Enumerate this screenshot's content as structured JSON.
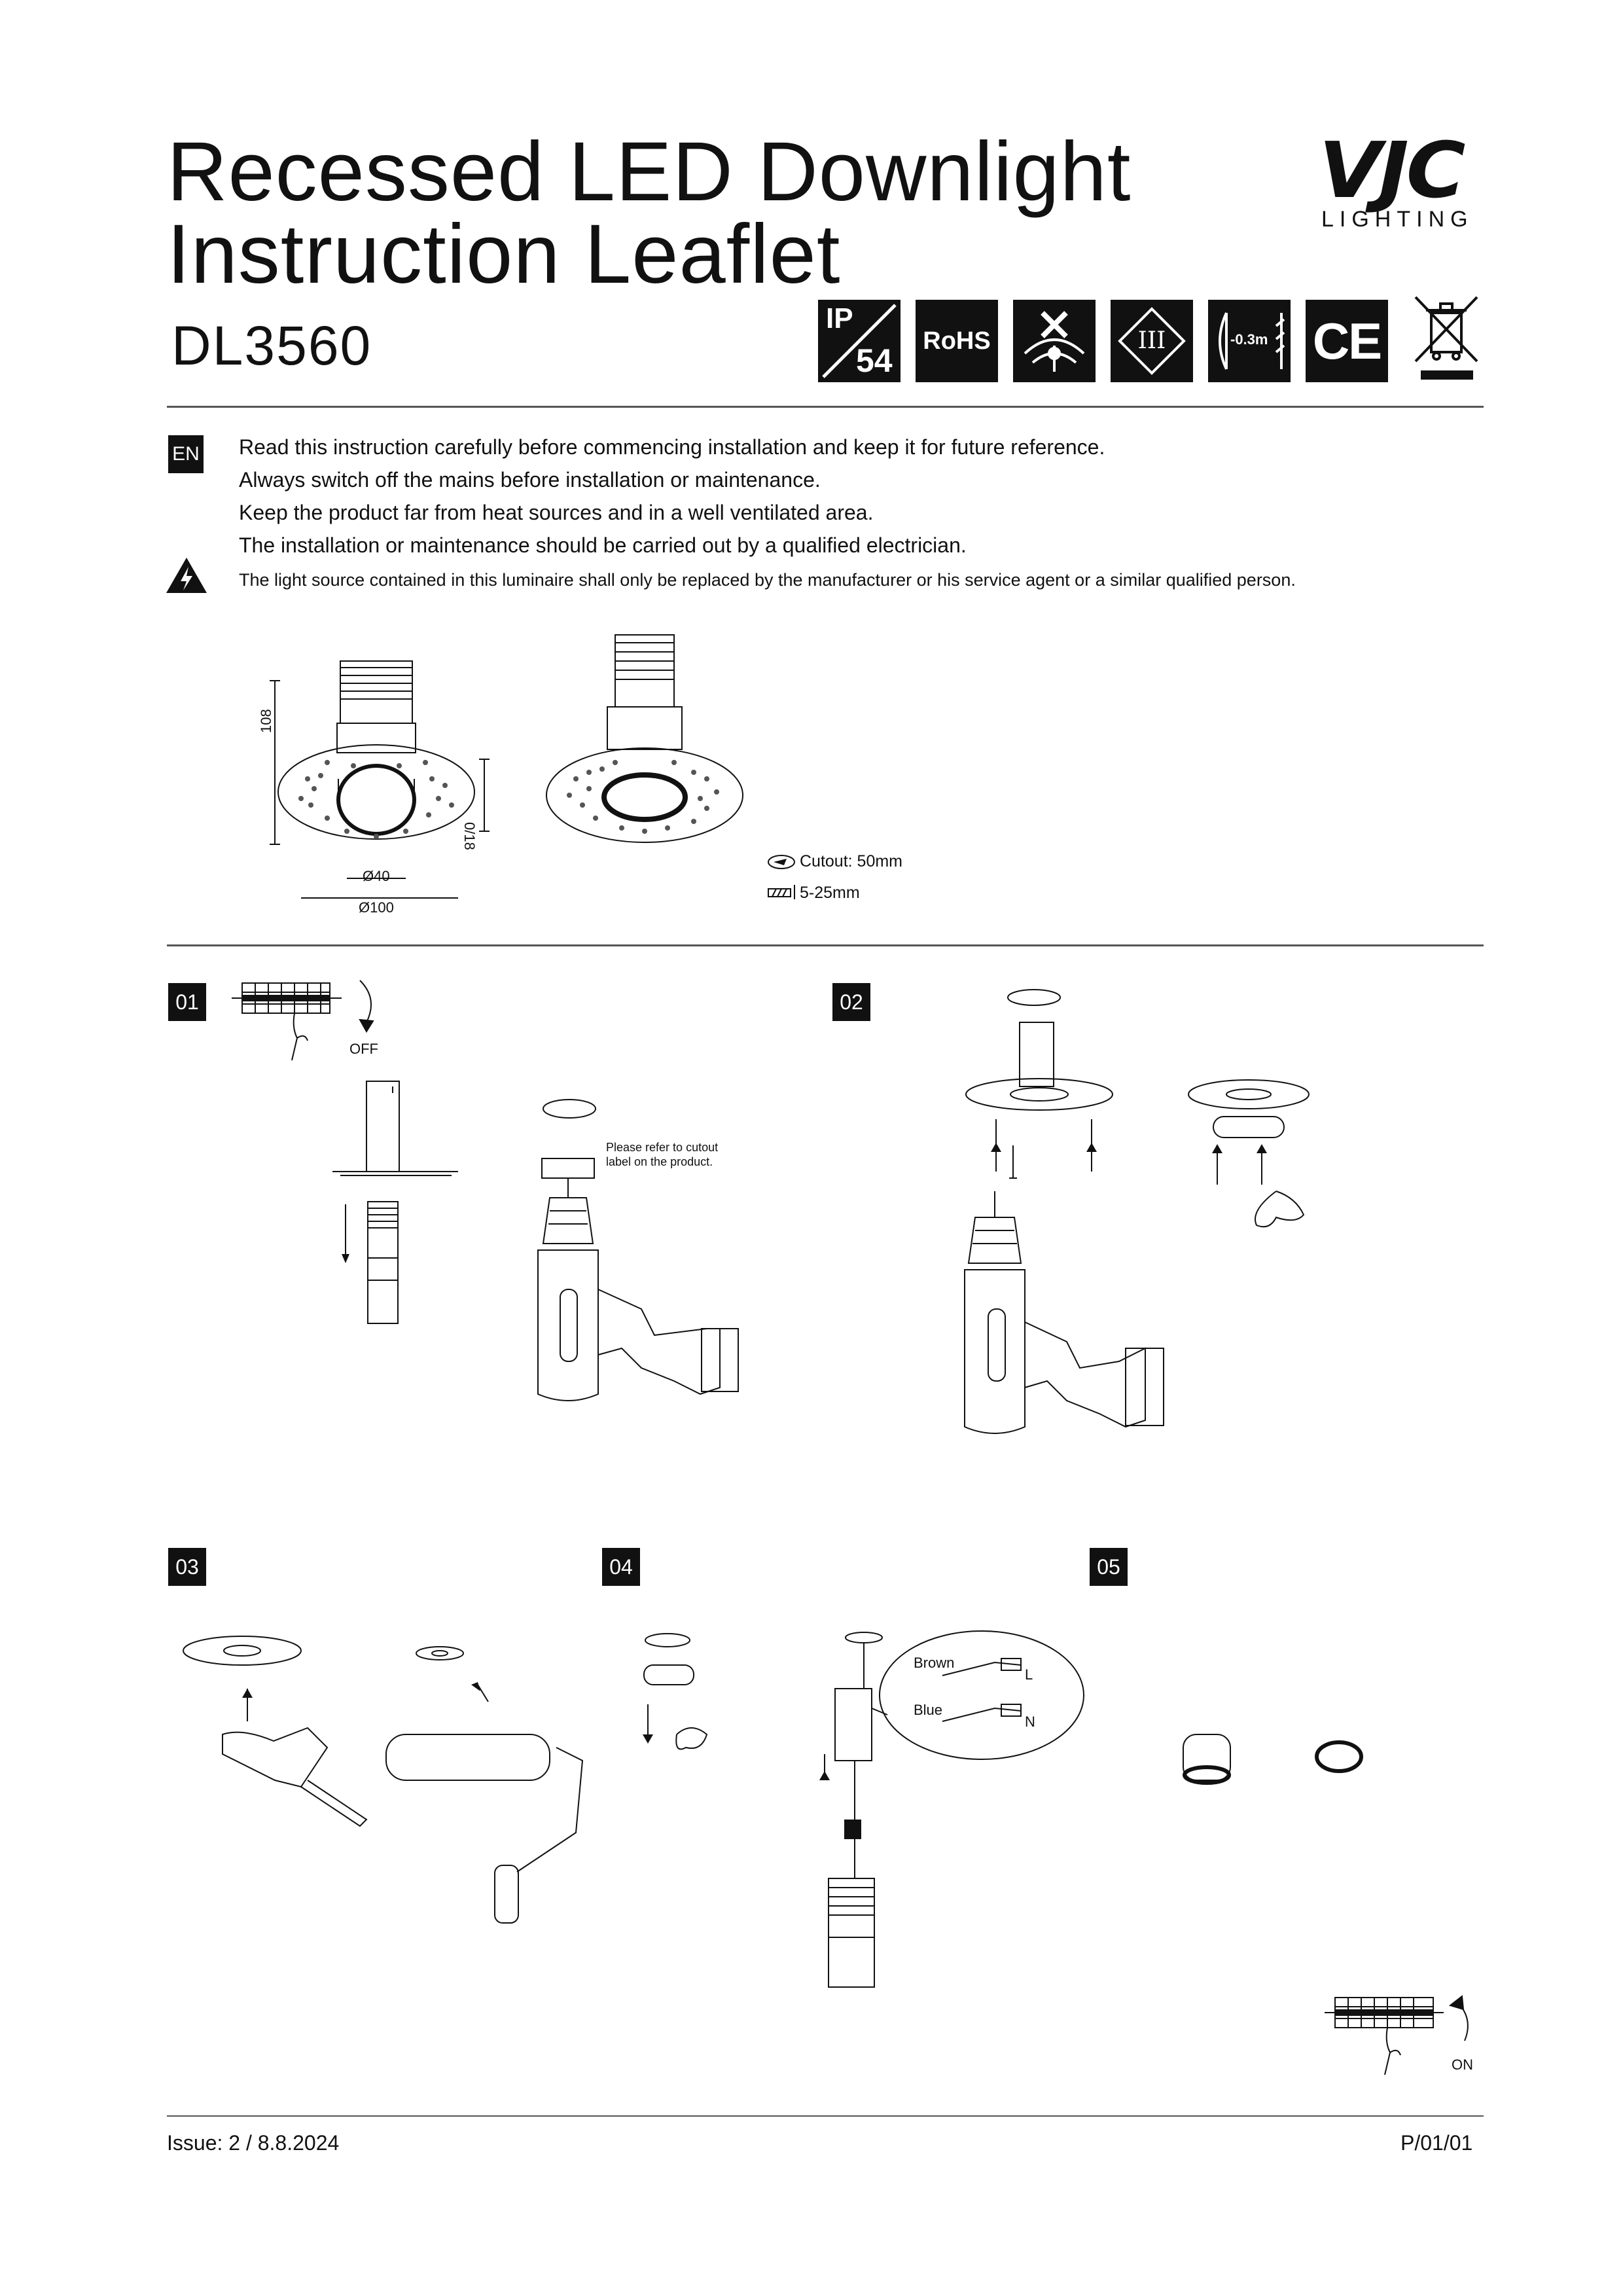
{
  "header": {
    "title_line1": "Recessed LED Downlight",
    "title_line2": "Instruction Leaflet",
    "model": "DL3560",
    "brand": "VJC",
    "brand_sub": "LIGHTING"
  },
  "badges": {
    "ip_top": "IP",
    "ip_num": "54",
    "rohs": "RoHS",
    "class": "III",
    "distance": "-0.3m",
    "ce": "CE"
  },
  "intro": {
    "lang": "EN",
    "lines": [
      "Read this instruction carefully before commencing installation and keep it for future reference.",
      "Always switch off the mains before installation or maintenance.",
      "Keep the product far from heat sources and in a well ventilated area.",
      "The installation or maintenance should be carried out by a qualified electrician."
    ],
    "warning": "The light source contained in this luminaire shall only be replaced by the manufacturer or his service agent or a similar qualified person."
  },
  "dimensions": {
    "height": "108",
    "inner": "Ø40",
    "outer": "Ø100",
    "depth": "0/18",
    "cutout": "Cutout: 50mm",
    "thickness": "5-25mm"
  },
  "steps": {
    "s1": "01",
    "s2": "02",
    "s3": "03",
    "s4": "04",
    "s5": "05",
    "off": "OFF",
    "on": "ON",
    "cutout_note_1": "Please refer to cutout",
    "cutout_note_2": "label on the product.",
    "brown": "Brown",
    "blue": "Blue",
    "l": "L",
    "n": "N"
  },
  "footer": {
    "issue": "Issue: 2  /  8.8.2024",
    "page": "P/01/01"
  }
}
